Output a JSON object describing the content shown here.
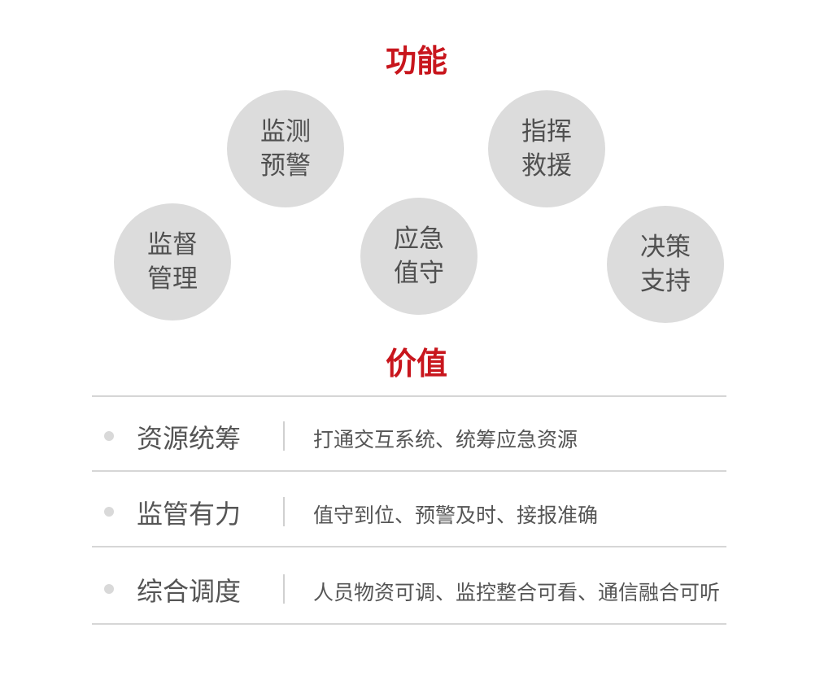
{
  "functions": {
    "title": "功能",
    "items": [
      {
        "line1": "监测",
        "line2": "预警"
      },
      {
        "line1": "指挥",
        "line2": "救援"
      },
      {
        "line1": "监督",
        "line2": "管理"
      },
      {
        "line1": "应急",
        "line2": "值守"
      },
      {
        "line1": "决策",
        "line2": "支持"
      }
    ]
  },
  "values": {
    "title": "价值",
    "rows": [
      {
        "label": "资源统筹",
        "desc": "打通交互系统、统筹应急资源"
      },
      {
        "label": "监管有力",
        "desc": "值守到位、预警及时、接报准确"
      },
      {
        "label": "综合调度",
        "desc": "人员物资可调、监控整合可看、通信融合可听"
      }
    ]
  },
  "colors": {
    "accent": "#c8161d",
    "circle": "#dcdcdc",
    "text": "#555555"
  }
}
